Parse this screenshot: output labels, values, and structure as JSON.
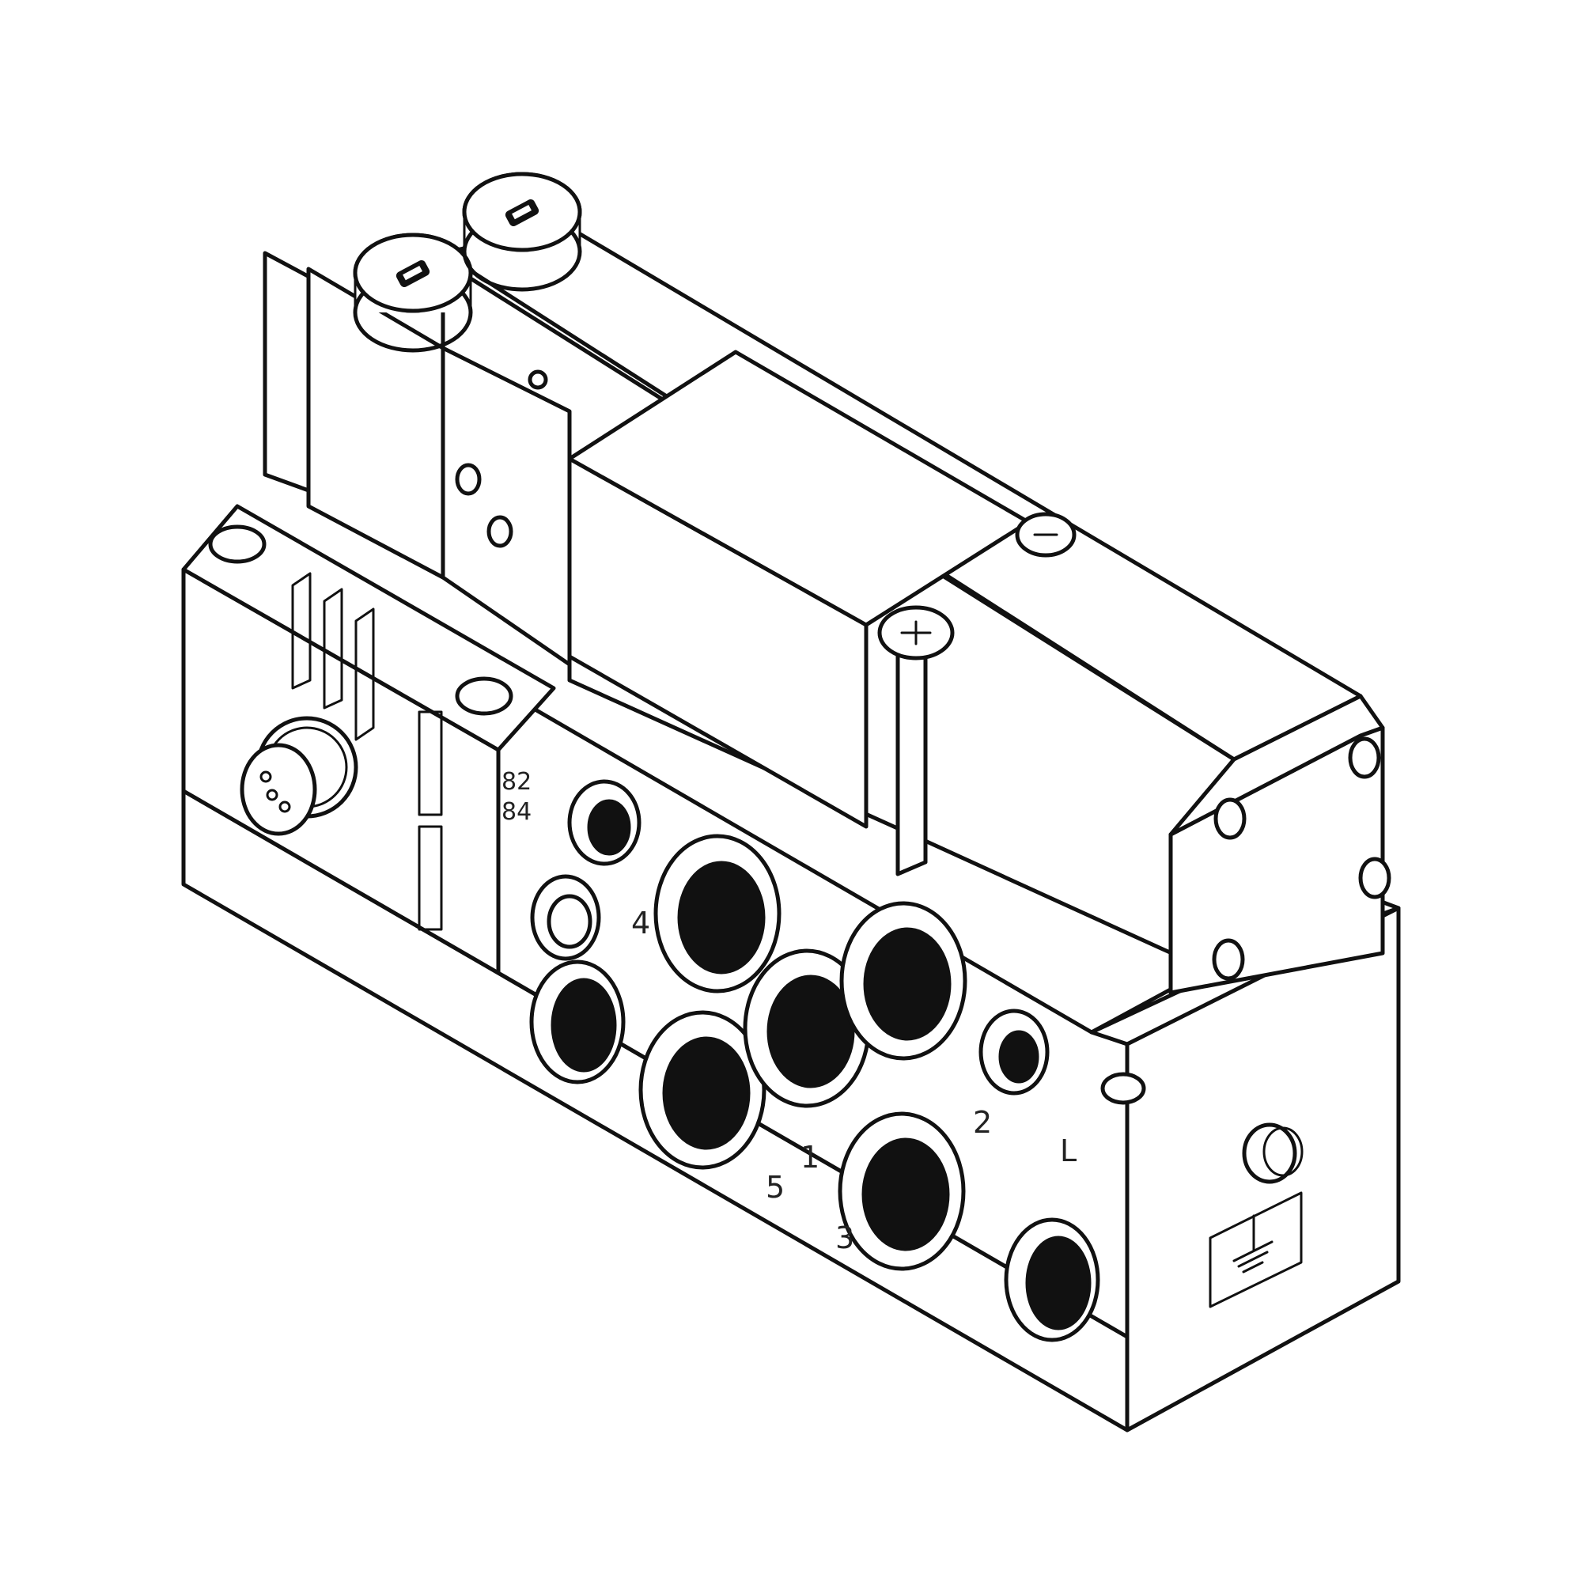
{
  "figure": {
    "subject": "Solenoid valve on sub-base (isometric line drawing)",
    "background_color": "#ffffff",
    "line_color": "#111111"
  },
  "labels": {
    "pilot_ports": [
      "82",
      "84"
    ],
    "port_4": "4",
    "port_2": "2",
    "port_1": "1",
    "port_5": "5",
    "port_3": "3",
    "port_L": "L"
  },
  "icons": {
    "ground": "earth-ground-icon",
    "manual_override": "manual-override-button-icon",
    "connector": "m8-connector-icon",
    "screw": "torx-screw-icon"
  }
}
